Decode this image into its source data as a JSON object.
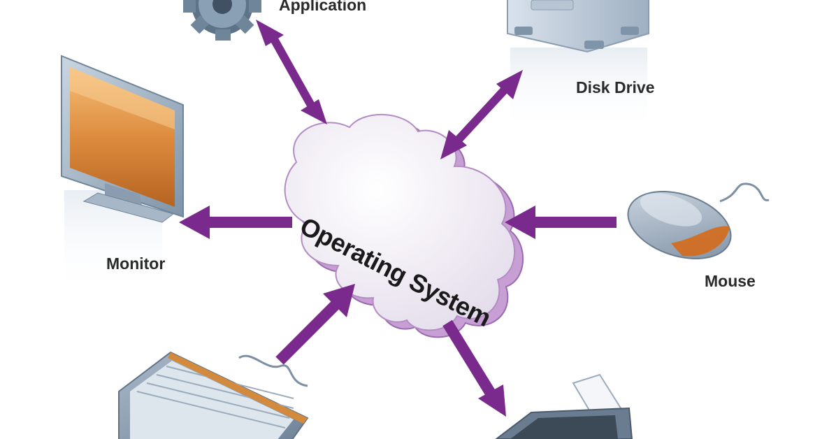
{
  "center": {
    "label": "Operating System"
  },
  "nodes": {
    "application": "Application",
    "disk_drive": "Disk Drive",
    "monitor": "Monitor",
    "mouse": "Mouse"
  },
  "colors": {
    "arrow": "#7a2a8c",
    "cloud_edge": "#b48cc4",
    "monitor_screen": "#d48a3c",
    "mouse_accent": "#d46a1a"
  },
  "icons": [
    "gear-icon",
    "disk-drive-icon",
    "monitor-icon",
    "mouse-icon",
    "keyboard-icon",
    "printer-icon"
  ]
}
